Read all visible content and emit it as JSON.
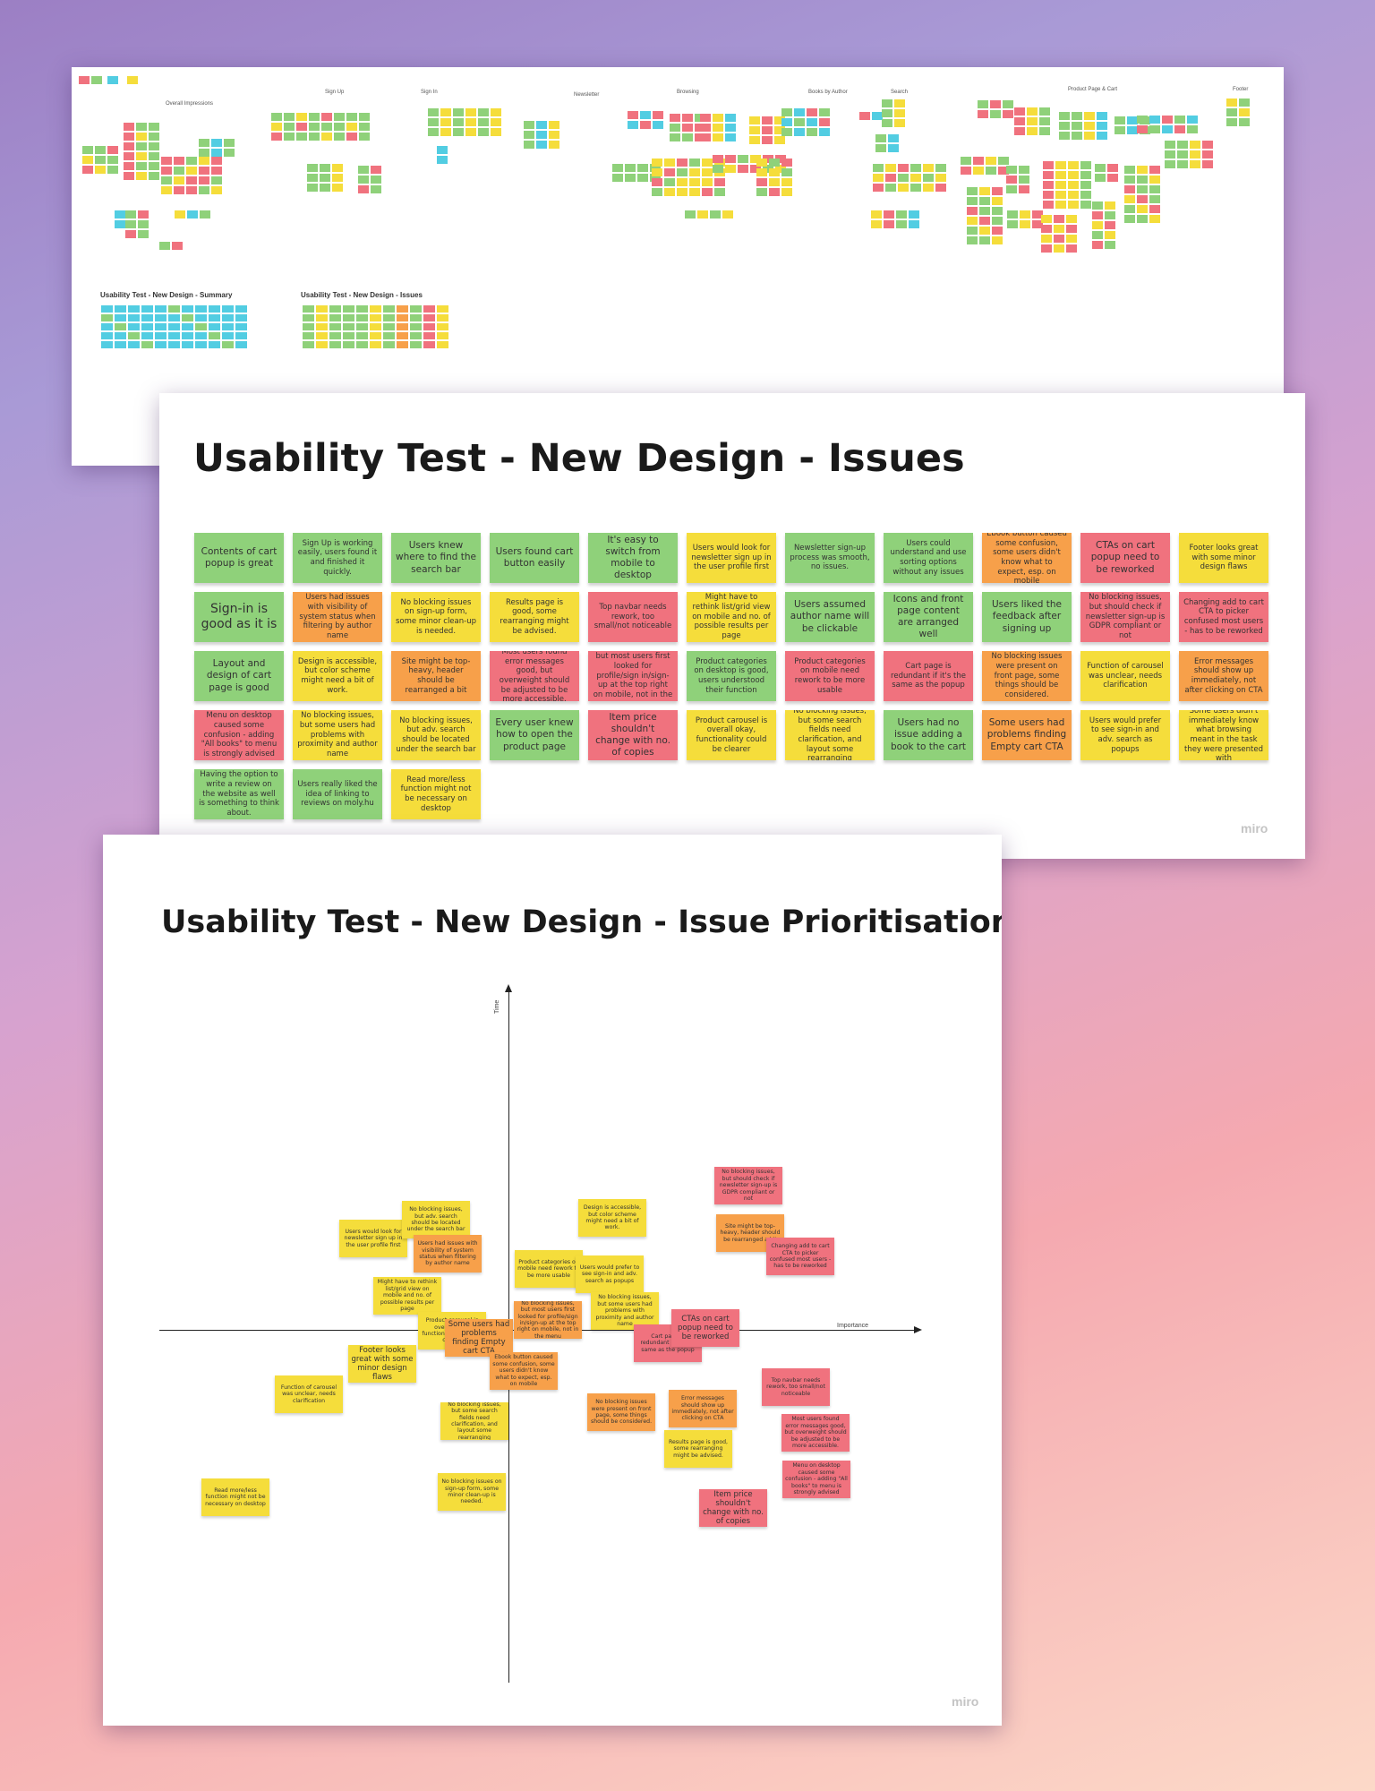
{
  "overview": {
    "section_labels": [
      "Overall Impressions",
      "Sign Up",
      "Sign In",
      "Newsletter",
      "Browsing",
      "Books by Author",
      "Search",
      "Product Page & Cart",
      "Footer"
    ],
    "summary_title": "Usability Test - New Design - Summary",
    "issues_title": "Usability Test - New Design - Issues"
  },
  "issues_board": {
    "title": "Usability Test - New Design - Issues",
    "brand": "miro",
    "notes": [
      {
        "text": "Contents of cart popup is great",
        "color": "g",
        "size": "big"
      },
      {
        "text": "Sign Up is working easily, users found it and finished it quickly.",
        "color": "g",
        "size": ""
      },
      {
        "text": "Users knew where to find the search bar",
        "color": "g",
        "size": "big"
      },
      {
        "text": "Users found cart button easily",
        "color": "g",
        "size": "big"
      },
      {
        "text": "It's easy to switch from mobile to desktop",
        "color": "g",
        "size": "big"
      },
      {
        "text": "Users would look for newsletter sign up in the user profile first",
        "color": "y",
        "size": ""
      },
      {
        "text": "Newsletter sign-up process was smooth, no issues.",
        "color": "g",
        "size": ""
      },
      {
        "text": "Users could understand and use sorting options without any issues",
        "color": "g",
        "size": ""
      },
      {
        "text": "Ebook button caused some confusion, some users didn't know what to expect, esp. on mobile",
        "color": "o",
        "size": ""
      },
      {
        "text": "CTAs on cart popup need to be reworked",
        "color": "r",
        "size": "big"
      },
      {
        "text": "Footer looks great with some minor design flaws",
        "color": "y",
        "size": ""
      },
      {
        "text": "Sign-in is good as it is",
        "color": "g",
        "size": "huge"
      },
      {
        "text": "Users had issues with visibility of system status when filtering by author name",
        "color": "o",
        "size": ""
      },
      {
        "text": "No blocking issues on sign-up form, some minor clean-up is needed.",
        "color": "y",
        "size": ""
      },
      {
        "text": "Results page is good, some rearranging might be advised.",
        "color": "y",
        "size": ""
      },
      {
        "text": "Top navbar needs rework, too small/not noticeable",
        "color": "r",
        "size": ""
      },
      {
        "text": "Might have to rethink list/grid view on mobile and no. of possible results per page",
        "color": "y",
        "size": ""
      },
      {
        "text": "Users assumed author name will be clickable",
        "color": "g",
        "size": "big"
      },
      {
        "text": "Icons and front page content are arranged well",
        "color": "g",
        "size": "big"
      },
      {
        "text": "Users liked the feedback after signing up",
        "color": "g",
        "size": "big"
      },
      {
        "text": "No blocking issues, but should check if newsletter sign-up is GDPR compliant or not",
        "color": "r",
        "size": ""
      },
      {
        "text": "Changing add to cart CTA to picker confused most users - has to be reworked",
        "color": "r",
        "size": ""
      },
      {
        "text": "Layout and design of cart page is good",
        "color": "g",
        "size": "big"
      },
      {
        "text": "Design is accessible, but color scheme might need a bit of work.",
        "color": "y",
        "size": ""
      },
      {
        "text": "Site might be top-heavy, header should be rearranged a bit",
        "color": "o",
        "size": ""
      },
      {
        "text": "Most users found error messages good, but overweight should be adjusted to be more accessible.",
        "color": "r",
        "size": ""
      },
      {
        "text": "No blocking issues, but most users first looked for profile/sign in/sign-up at the top right on mobile, not in the menu",
        "color": "r",
        "size": ""
      },
      {
        "text": "Product categories on desktop is good, users understood their function",
        "color": "g",
        "size": ""
      },
      {
        "text": "Product categories on mobile need rework to be more usable",
        "color": "r",
        "size": ""
      },
      {
        "text": "Cart page is redundant if it's the same as the popup",
        "color": "r",
        "size": ""
      },
      {
        "text": "No blocking issues were present on front page, some things should be considered.",
        "color": "o",
        "size": ""
      },
      {
        "text": "Function of carousel was unclear, needs clarification",
        "color": "y",
        "size": ""
      },
      {
        "text": "Error messages should show up immediately, not after clicking on CTA",
        "color": "o",
        "size": ""
      },
      {
        "text": "Menu on desktop caused some confusion - adding \"All books\" to menu is strongly advised",
        "color": "r",
        "size": ""
      },
      {
        "text": "No blocking issues, but some users had problems with proximity and author name",
        "color": "y",
        "size": ""
      },
      {
        "text": "No blocking issues, but adv. search should be located under the search bar",
        "color": "y",
        "size": ""
      },
      {
        "text": "Every user knew how to open the product page",
        "color": "g",
        "size": "big"
      },
      {
        "text": "Item price shouldn't change with no. of copies",
        "color": "r",
        "size": "big"
      },
      {
        "text": "Product carousel is overall okay, functionality could be clearer",
        "color": "y",
        "size": ""
      },
      {
        "text": "No blocking issues, but some search fields need clarification, and layout some rearranging",
        "color": "y",
        "size": ""
      },
      {
        "text": "Users had no issue adding a book to the cart",
        "color": "g",
        "size": "big"
      },
      {
        "text": "Some users had problems finding Empty cart CTA",
        "color": "o",
        "size": "big"
      },
      {
        "text": "Users would prefer to see sign-in and adv. search as popups",
        "color": "y",
        "size": ""
      },
      {
        "text": "Some users didn't immediately know what browsing meant in the task they were presented with",
        "color": "y",
        "size": ""
      },
      {
        "text": "Having the option to write a review on the website as well is something to think about.",
        "color": "g",
        "size": ""
      },
      {
        "text": "Users really liked the idea of linking to reviews on moly.hu",
        "color": "g",
        "size": ""
      },
      {
        "text": "Read more/less function might not be necessary on desktop",
        "color": "y",
        "size": ""
      }
    ]
  },
  "prioritisation_board": {
    "title": "Usability Test - New Design - Issue Prioritisation",
    "brand": "miro",
    "x_axis_label": "Importance",
    "y_axis_label": "Time",
    "notes": [
      {
        "text": "Users would look for newsletter sign up in the user profile first",
        "color": "y",
        "size": ""
      },
      {
        "text": "No blocking issues, but adv. search should be located under the search bar",
        "color": "y",
        "size": ""
      },
      {
        "text": "Users had issues with visibility of system status when filtering by author name",
        "color": "o",
        "size": ""
      },
      {
        "text": "Might have to rethink list/grid view on mobile and no. of possible results per page",
        "color": "y",
        "size": ""
      },
      {
        "text": "Product carousel is overall okay, functionality could be clearer",
        "color": "y",
        "size": ""
      },
      {
        "text": "Footer looks great with some minor design flaws",
        "color": "y",
        "size": "big"
      },
      {
        "text": "Function of carousel was unclear, needs clarification",
        "color": "y",
        "size": ""
      },
      {
        "text": "Read more/less function might not be necessary on desktop",
        "color": "y",
        "size": ""
      },
      {
        "text": "No blocking issues, but some search fields need clarification, and layout some rearranging",
        "color": "y",
        "size": ""
      },
      {
        "text": "No blocking issues on sign-up form, some minor clean-up is needed.",
        "color": "y",
        "size": ""
      },
      {
        "text": "Some users had problems finding Empty cart CTA",
        "color": "o",
        "size": "big"
      },
      {
        "text": "Ebook button caused some confusion, some users didn't know what to expect, esp. on mobile",
        "color": "o",
        "size": ""
      },
      {
        "text": "No blocking issues, but most users first looked for profile/sign in/sign-up at the top right on mobile, not in the menu",
        "color": "o",
        "size": ""
      },
      {
        "text": "Product categories on mobile need rework to be more usable",
        "color": "y",
        "size": ""
      },
      {
        "text": "Design is accessible, but color scheme might need a bit of work.",
        "color": "y",
        "size": ""
      },
      {
        "text": "Users would prefer to see sign-in and adv. search as popups",
        "color": "y",
        "size": ""
      },
      {
        "text": "No blocking issues, but some users had problems with proximity and author name",
        "color": "y",
        "size": ""
      },
      {
        "text": "Cart page is redundant if it's the same as the popup",
        "color": "r",
        "size": ""
      },
      {
        "text": "CTAs on cart popup need to be reworked",
        "color": "r",
        "size": "big"
      },
      {
        "text": "No blocking issues were present on front page, some things should be considered.",
        "color": "o",
        "size": ""
      },
      {
        "text": "Error messages should show up immediately, not after clicking on CTA",
        "color": "o",
        "size": ""
      },
      {
        "text": "Results page is good, some rearranging might be advised.",
        "color": "y",
        "size": ""
      },
      {
        "text": "Item price shouldn't change with no. of copies",
        "color": "r",
        "size": "big"
      },
      {
        "text": "No blocking issues, but should check if newsletter sign-up is GDPR compliant or not",
        "color": "r",
        "size": ""
      },
      {
        "text": "Site might be top-heavy, header should be rearranged a bit",
        "color": "o",
        "size": ""
      },
      {
        "text": "Changing add to cart CTA to picker confused most users - has to be reworked",
        "color": "r",
        "size": ""
      },
      {
        "text": "Top navbar needs rework, too small/not noticeable",
        "color": "r",
        "size": ""
      },
      {
        "text": "Most users found error messages good, but overweight should be adjusted to be more accessible.",
        "color": "r",
        "size": ""
      },
      {
        "text": "Menu on desktop caused some confusion - adding \"All books\" to menu is strongly advised",
        "color": "r",
        "size": ""
      }
    ]
  }
}
